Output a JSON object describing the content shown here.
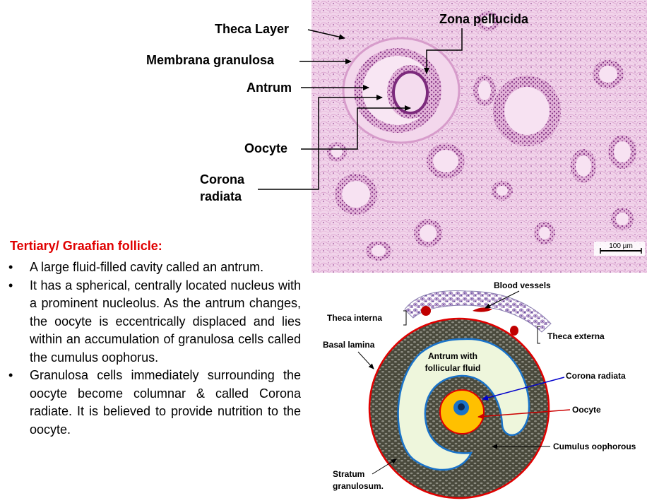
{
  "micrograph": {
    "labels": {
      "theca_layer": "Theca Layer",
      "membrana_granulosa": "Membrana granulosa",
      "antrum": "Antrum",
      "oocyte": "Oocyte",
      "corona_radiata": "Corona radiata",
      "zona_pellucida": "Zona pellucida"
    },
    "scale_bar": "100 µm",
    "colors": {
      "stain_background": "#f0cde8",
      "nuclei": "#8a3a8a"
    }
  },
  "text": {
    "title": "Tertiary/ Graafian follicle:",
    "bullets": [
      "A large fluid-filled cavity called an antrum.",
      "It has a spherical, centrally located nucleus with a prominent nucleolus. As the antrum changes, the oocyte is eccentrically displaced and lies within an accumulation of granulosa cells called the cumulus oophorus.",
      "Granulosa cells immediately surrounding the oocyte become columnar & called Corona radiate. It is believed to provide nutrition to the oocyte."
    ],
    "colors": {
      "title": "#e00000"
    }
  },
  "diagram": {
    "labels": {
      "blood_vessels": "Blood vessels",
      "theca_interna": "Theca interna",
      "theca_externa": "Theca externa",
      "basal_lamina": "Basal lamina",
      "antrum_line1": "Antrum with",
      "antrum_line2": "follicular fluid",
      "corona_radiata": "Corona radiata",
      "oocyte": "Oocyte",
      "cumulus_oophorous": "Cumulus oophorous",
      "stratum_line1": "Stratum",
      "stratum_line2": "granulosum."
    },
    "colors": {
      "antrum_fluid": "#eef6dc",
      "granulosa": "#4a4a3c",
      "basal_lamina": "#e00000",
      "antrum_border": "#1a73c9",
      "oocyte": "#ffc000",
      "nucleus": "#1a73c9",
      "theca": "#c9a6d6",
      "blood_vessel": "#c00000",
      "arrow_blue": "#0000cc",
      "arrow_red": "#cc0000"
    }
  }
}
